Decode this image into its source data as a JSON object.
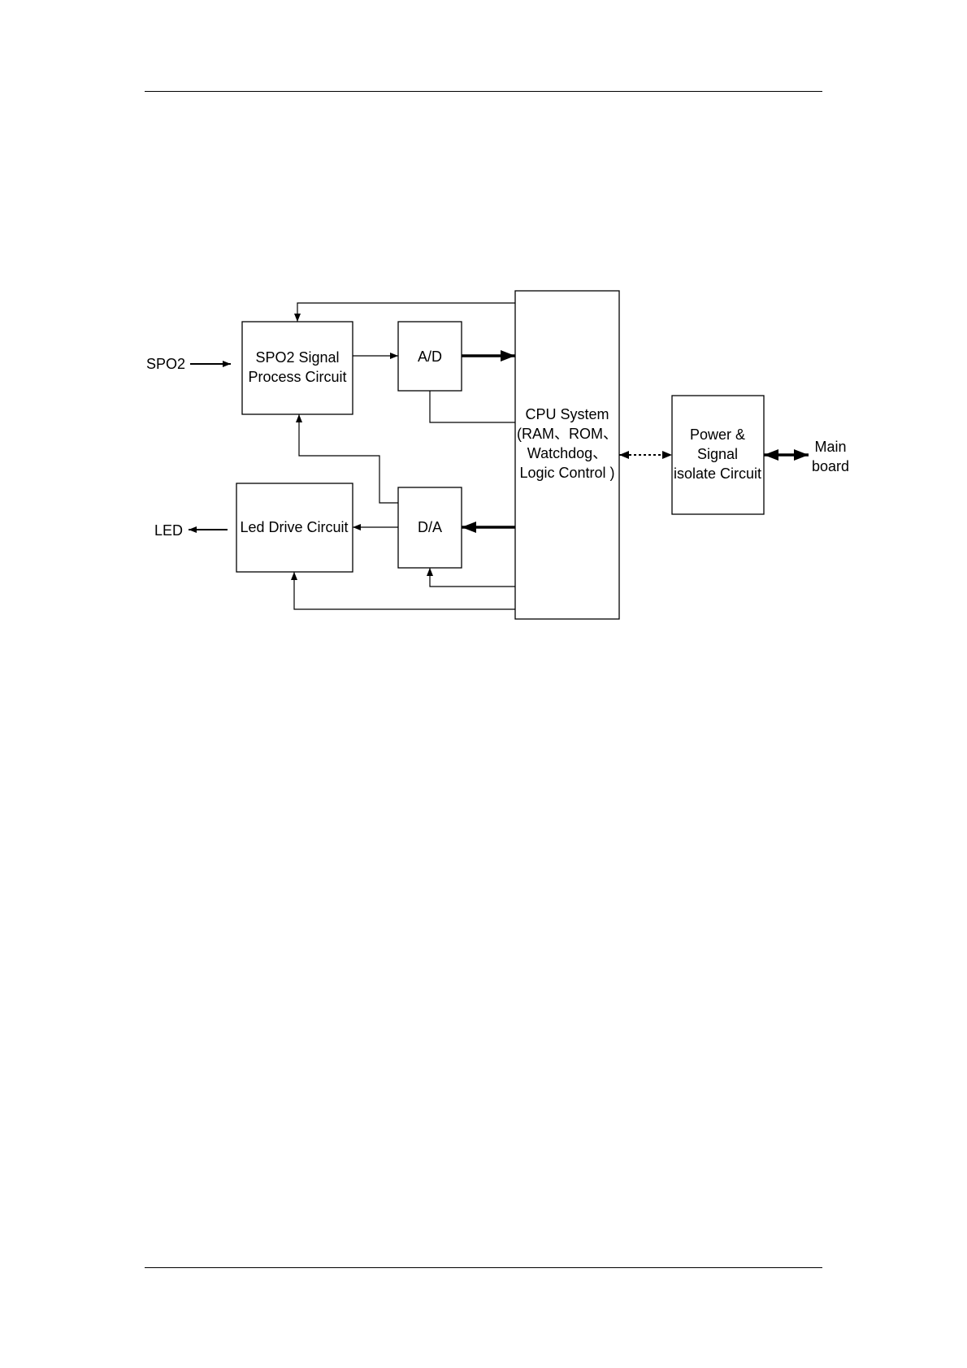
{
  "diagram": {
    "blocks": {
      "spo2_signal": {
        "line1": "SPO2 Signal",
        "line2": "Process Circuit"
      },
      "ad": {
        "label": "A/D"
      },
      "cpu": {
        "line1": "CPU System",
        "line2": "(RAM、ROM、",
        "line3": "Watchdog、",
        "line4": "Logic Control )"
      },
      "power": {
        "line1": "Power &",
        "line2": "Signal",
        "line3": "isolate Circuit"
      },
      "led_drive": {
        "label": "Led Drive Circuit"
      },
      "da": {
        "label": "D/A"
      }
    },
    "terminals": {
      "spo2_input": "SPO2",
      "led_output": "LED",
      "main_board_line1": "Main",
      "main_board_line2": "board"
    }
  }
}
